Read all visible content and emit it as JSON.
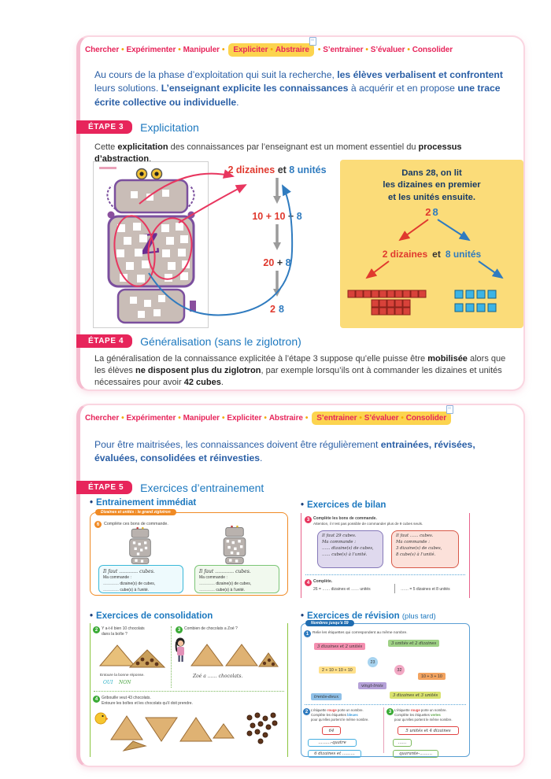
{
  "ui": {
    "bullet": "•"
  },
  "colors": {
    "nav_red": "#e7255b",
    "bullet_orange": "#f5a800",
    "highlight_yellow": "#fcd44f",
    "title_blue": "#1c78bf",
    "intro_blue": "#2a5fa6",
    "badge_pink": "#e7255b",
    "panel_yellow": "#fbdc79",
    "figure_red": "#e0392e",
    "figure_blue": "#2f7bbf"
  },
  "nav": {
    "items": [
      "Chercher",
      "Expérimenter",
      "Manipuler",
      "Expliciter",
      "Abstraire",
      "S’entrainer",
      "S’évaluer",
      "Consolider"
    ]
  },
  "card1": {
    "intro": {
      "s0": "Au cours de la phase d’exploitation qui suit la recherche, ",
      "s1": "les élèves verbalisent et confrontent",
      "s2": " leurs solutions. ",
      "s3": "L’enseignant explicite les connaissances",
      "s4": " à acquérir et en propose ",
      "s5": "une trace écrite collective ou individuelle",
      "s6": "."
    },
    "etape3": {
      "badge": "ÉTAPE 3",
      "title": "Explicitation",
      "p0": "Cette ",
      "p1": "explicitation",
      "p2": " des connaissances par l’enseignant est un moment essentiel du ",
      "p3": "processus d’abstraction",
      "p4": "."
    },
    "figure": {
      "robot_letter": "Z",
      "math": {
        "l1a": "2 dizaines",
        "l1b": "et",
        "l1c": "8 unités",
        "l2a": "10 + 10",
        "l2b": "+",
        "l2c": "8",
        "l3a": "20",
        "l3b": "+",
        "l3c": "8",
        "l4a": "2",
        "l4b": "8"
      },
      "yellow": {
        "t1": "Dans 28, on lit",
        "t2": "les dizaines en premier",
        "t3": "et les unités ensuite.",
        "n2": "2",
        "n8": "8",
        "tens": "2 dizaines",
        "et": "et",
        "units": "8 unités"
      }
    },
    "etape4": {
      "badge": "ÉTAPE 4",
      "title": "Généralisation (sans le ziglotron)",
      "p0": "La généralisation de la connaissance explicitée à l’étape 3 suppose qu’elle puisse être ",
      "p1": "mobilisée",
      "p2": " alors que les élèves ",
      "p3": "ne disposent plus du ziglotron",
      "p4": ", par exemple lorsqu’ils ont à commander les dizaines et unités nécessaires pour avoir ",
      "p5": "42 cubes",
      "p6": "."
    }
  },
  "card2": {
    "intro": {
      "s0": "Pour être maitrisées, les connaissances doivent être régulièrement ",
      "s1": "entrainées, révisées, évaluées, consolidées et réinvesties",
      "s2": "."
    },
    "etape5": {
      "badge": "ÉTAPE 5",
      "title": "Exercices d’entrainement"
    },
    "immediate": {
      "header": "Entrainement immédiat",
      "banner": "Dizaines et unités : le grand ziglotron",
      "num": "6",
      "inst": "Complète ces bons de commande.",
      "l1": "Il faut ………… cubes.",
      "l2": "Ma commande :",
      "l3": "………… dizaine(s) de cubes,",
      "l4": "………… cube(s) à l’unité."
    },
    "bilan": {
      "header": "Exercices de bilan",
      "num3": "3",
      "inst1": "Complète les bons de commande.",
      "inst2": "Attention, il n’est pas possible de commander plus de 9 cubes seuls.",
      "b1l1": "Il faut 29 cubes.",
      "b1l2": "Ma commande :",
      "b1l3": "…… dizaine(s) de cubes,",
      "b1l4": "…… cube(s) à l’unité.",
      "b2l1": "Il faut …… cubes.",
      "b2l2": "Ma commande :",
      "b2l3": "3 dizaine(s) de cubes,",
      "b2l4": "8 cube(s) à l’unité.",
      "num4": "4",
      "inst3": "Complète.",
      "eq1": "26 = …… dizaines et …… unités",
      "eq2": "…… = 5 dizaines et 8 unités"
    },
    "conso": {
      "header": "Exercices de consolidation",
      "num2": "2",
      "q2l1": "Y a-t-il bien 10 chocolats",
      "q2l2": "dans la boîte ?",
      "q2l3": "Entoure la bonne réponse.",
      "oui": "OUI",
      "non": "NON",
      "num3": "3",
      "q3": "Combien de chocolats a Zoé ?",
      "zoe": "Zoé a …… chocolats.",
      "num4": "4",
      "q4l1": "Gribouille veut 43 chocolats.",
      "q4l2": "Entoure les boîtes et les chocolats qu’il doit prendre."
    },
    "revision": {
      "header": "Exercices de révision",
      "suffix": "(plus tard)",
      "banner": "Nombres jusqu’à 59",
      "num1": "1",
      "inst1": "Relie les étiquettes qui correspondent au même nombre.",
      "tags": [
        "3 dizaines et 2 unités",
        "3 unités et 2 dizaines",
        "23",
        "2 + 10 + 10 + 10",
        "32",
        "10 + 3 + 10",
        "vingt-trois",
        "trente-deux",
        "3 dizaines et 3 unités"
      ],
      "num2": "2",
      "num3": "3",
      "e1": "L’étiquette ",
      "e2": "rouge",
      "e3": " porte un nombre.",
      "e4": "Complète les étiquettes ",
      "e5b": "bleues",
      "e5v": "vertes",
      "e6": "pour qu’elles portent le même nombre.",
      "redL": "64",
      "bl1": "………-quatre",
      "bl2": "6 dizaines et ………",
      "redR": "5 unités et 4 dizaines",
      "gr1": "……",
      "gr2": "quarante-………"
    }
  }
}
